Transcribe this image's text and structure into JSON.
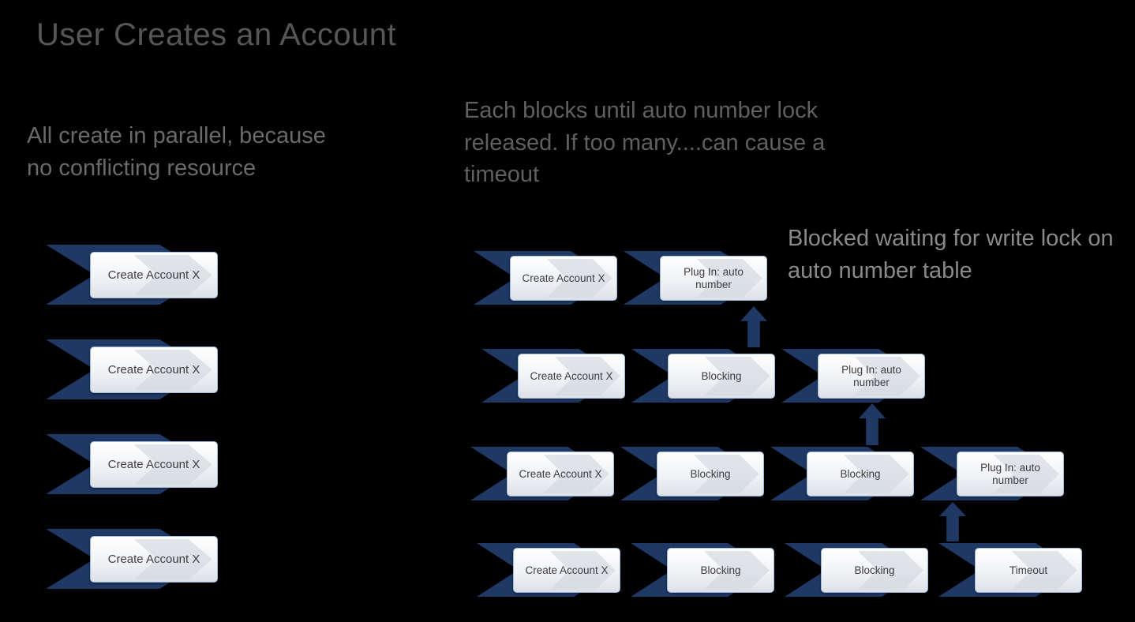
{
  "slide": {
    "title": "User Creates an Account",
    "notes": {
      "parallel": "All create in parallel, because no conflicting resource",
      "blocking": "Each blocks until auto number lock released. If too many....can cause a timeout",
      "blocked_waiting": "Blocked waiting for write lock on auto number table"
    },
    "colors": {
      "background": "#000000",
      "chevron": "#1f3864",
      "up_arrow": "#1f3864",
      "box_border": "#9db9dd",
      "box_fill_top": "#ffffff",
      "box_fill_bottom": "#dde1e7",
      "title_text": "#565656",
      "note_text": "#666666"
    },
    "left_column": [
      "Create Account X",
      "Create Account X",
      "Create Account X",
      "Create Account X"
    ],
    "rows": [
      [
        "Create Account X",
        "Plug In: auto number"
      ],
      [
        "Create Account X",
        "Blocking",
        "Plug In: auto number"
      ],
      [
        "Create Account X",
        "Blocking",
        "Blocking",
        "Plug In: auto number"
      ],
      [
        "Create Account X",
        "Blocking",
        "Blocking",
        "Timeout"
      ]
    ]
  }
}
